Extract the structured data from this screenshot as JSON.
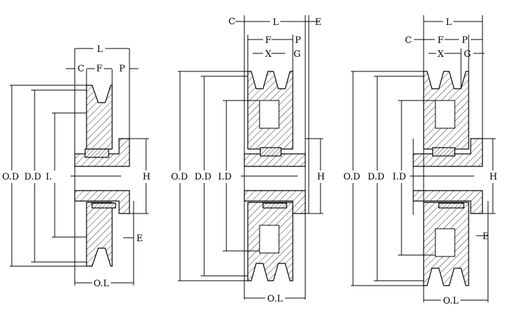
{
  "figures": [
    {
      "name": "single-groove-pulley",
      "labels": {
        "L": "L",
        "C": "C",
        "F": "F",
        "P": "P",
        "OD": "O.D",
        "DD": "D.D",
        "ID": "I.",
        "H": "H",
        "E": "E",
        "OL": "O.L"
      }
    },
    {
      "name": "double-groove-pulley-a",
      "labels": {
        "C": "C",
        "L": "L",
        "E": "E",
        "F": "F",
        "P": "P",
        "X": "X",
        "G": "G",
        "OD": "O.D",
        "DD": "D.D",
        "ID": "I.D",
        "H": "H",
        "OL": "O.L"
      }
    },
    {
      "name": "double-groove-pulley-b",
      "labels": {
        "L": "L",
        "C": "C",
        "F": "F",
        "P": "P",
        "X": "X",
        "G": "G",
        "OD": "O.D",
        "DD": "D.D",
        "ID": "I.D",
        "H": "H",
        "E": "E",
        "OL": "O.L"
      }
    }
  ],
  "colors": {
    "line": "#000000",
    "background": "#ffffff"
  }
}
